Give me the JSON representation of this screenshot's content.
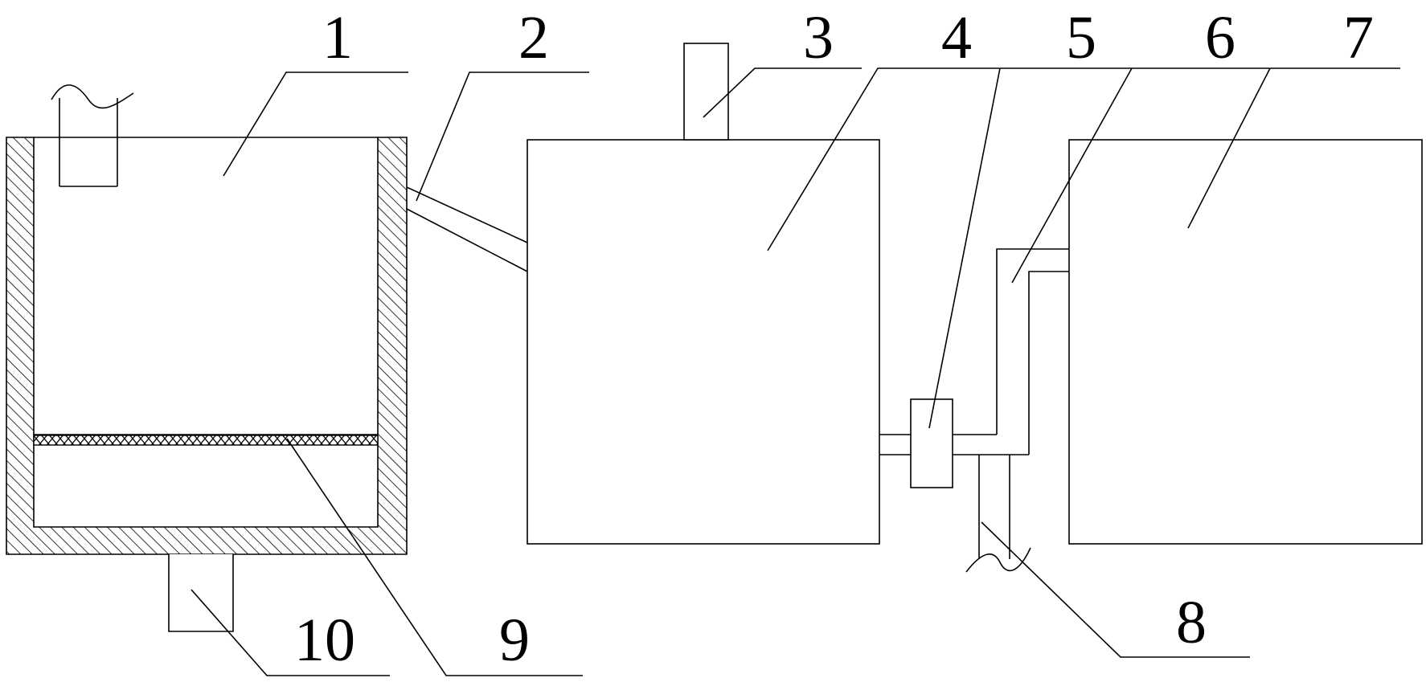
{
  "labels": {
    "l1": "1",
    "l2": "2",
    "l3": "3",
    "l4": "4",
    "l5": "5",
    "l6": "6",
    "l7": "7",
    "l8": "8",
    "l9": "9",
    "l10": "10"
  },
  "colors": {
    "stroke": "#000000",
    "background": "#ffffff"
  }
}
